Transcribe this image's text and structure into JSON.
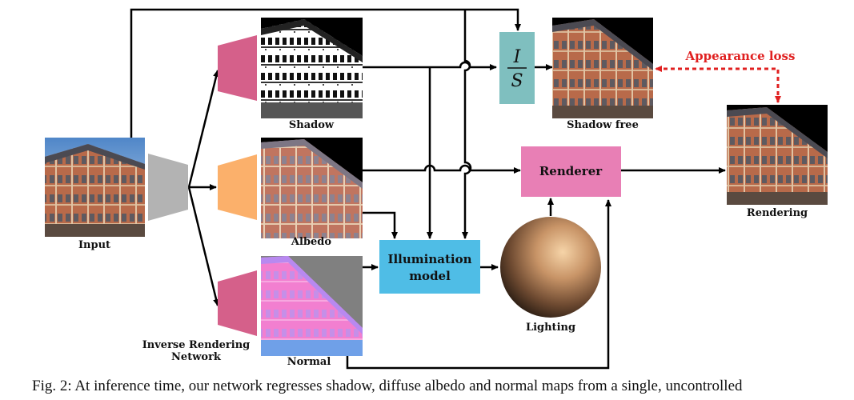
{
  "labels": {
    "input": "Input",
    "shadow": "Shadow",
    "albedo": "Albedo",
    "normal": "Normal",
    "network_line1": "Inverse Rendering",
    "network_line2": "Network",
    "shadow_free": "Shadow free",
    "renderer": "Renderer",
    "illumination_line1": "Illumination",
    "illumination_line2": "model",
    "lighting": "Lighting",
    "rendering": "Rendering",
    "appearance_loss": "Appearance loss",
    "division_numerator": "I",
    "division_denominator": "S"
  },
  "caption": "Fig. 2: At inference time, our network regresses shadow, diffuse albedo and normal maps from a single, uncontrolled",
  "colors": {
    "encoder": "#b3b3b3",
    "shadow_decoder": "#d5608a",
    "albedo_decoder": "#fbb06b",
    "normal_decoder": "#d5608a",
    "division_box": "#7fbfbf",
    "renderer_box": "#e87fb5",
    "illumination_box": "#4fbde6",
    "appearance_loss": "#e02020"
  }
}
